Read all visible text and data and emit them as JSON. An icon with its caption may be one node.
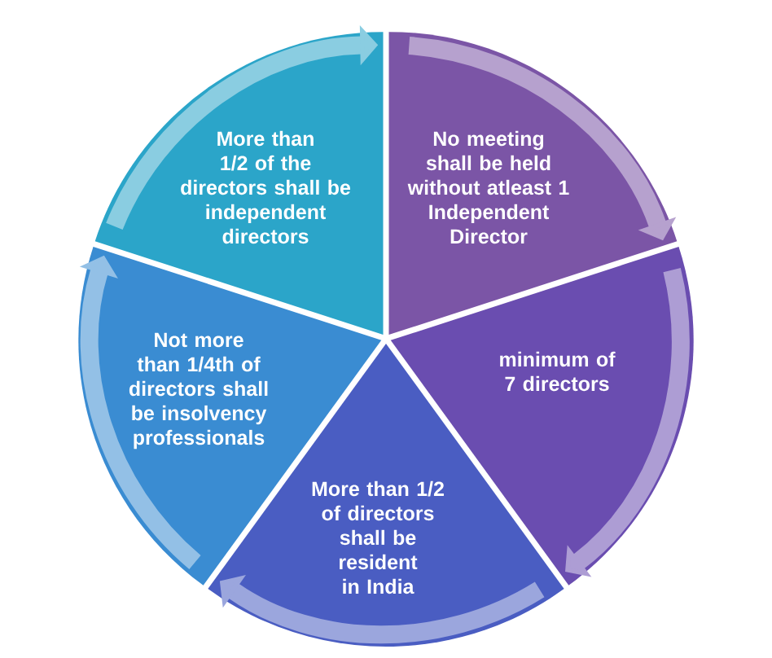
{
  "diagram": {
    "nodes": [
      {
        "text": [
          "More than 1/2 of the directors shall be independent directors"
        ]
      },
      {
        "text": [
          "No meeting shall be held without atleast 1 Independent Director"
        ]
      },
      {
        "text": [
          "minimum of 7 directors"
        ]
      },
      {
        "text": [
          "More than 1/2 of directors shall be resident in India"
        ]
      },
      {
        "text": [
          "Not more than 1/4th  of directors shall be insolvency professionals"
        ]
      }
    ],
    "edges": [
      {
        "from": 0,
        "to": 1,
        "arrow": "to"
      },
      {
        "from": 1,
        "to": 2,
        "arrow": "to"
      },
      {
        "from": 2,
        "to": 3,
        "arrow": "to"
      },
      {
        "from": 3,
        "to": 4,
        "arrow": "to"
      },
      {
        "from": 4,
        "to": 0,
        "arrow": "to"
      }
    ]
  }
}
